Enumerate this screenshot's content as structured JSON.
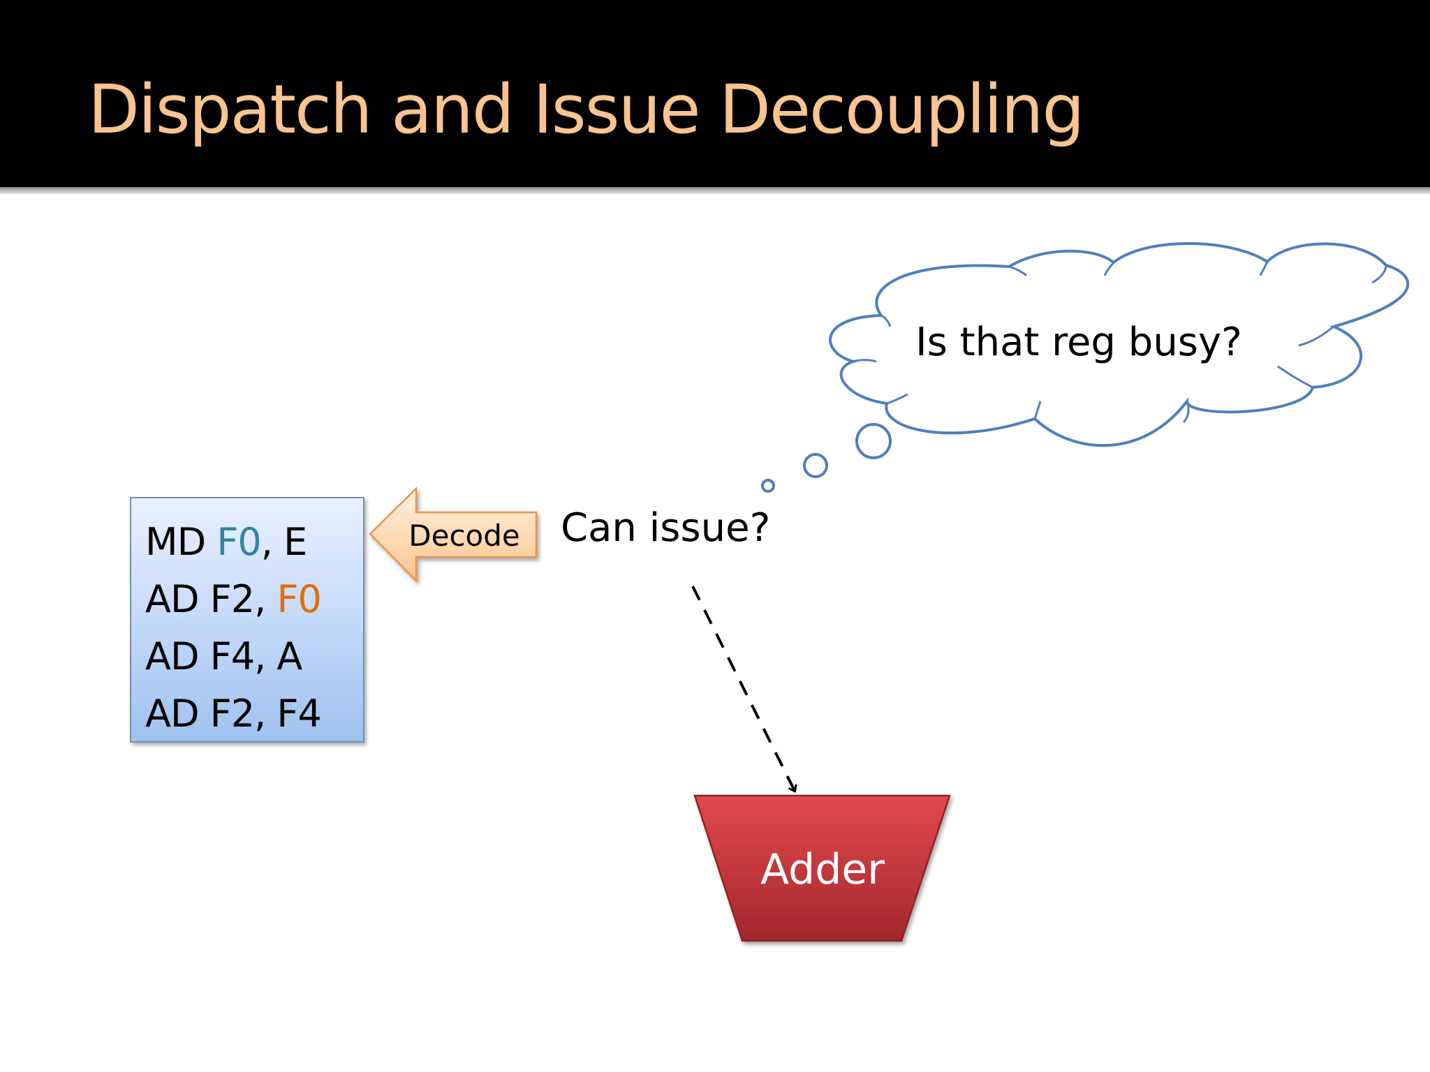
{
  "slide": {
    "title": "Dispatch and Issue Decoupling"
  },
  "instructions": [
    {
      "segments": [
        {
          "text": "MD "
        },
        {
          "text": "F0",
          "color": "#31859c"
        },
        {
          "text": ", E"
        }
      ]
    },
    {
      "segments": [
        {
          "text": "AD F2, "
        },
        {
          "text": "F0",
          "color": "#e46c0a"
        }
      ]
    },
    {
      "segments": [
        {
          "text": "AD F4, A"
        }
      ]
    },
    {
      "segments": [
        {
          "text": "AD F2, F4"
        }
      ]
    }
  ],
  "decode_arrow": {
    "label": "Decode"
  },
  "question": {
    "text": "Can issue?"
  },
  "thought_cloud": {
    "text": "Is that reg busy?"
  },
  "adder": {
    "label": "Adder"
  },
  "colors": {
    "title": "#f9c48f",
    "highlight_teal": "#31859c",
    "highlight_orange": "#e46c0a",
    "cloud_stroke": "#4f7fbd",
    "adder_fill": "#c0363a"
  }
}
